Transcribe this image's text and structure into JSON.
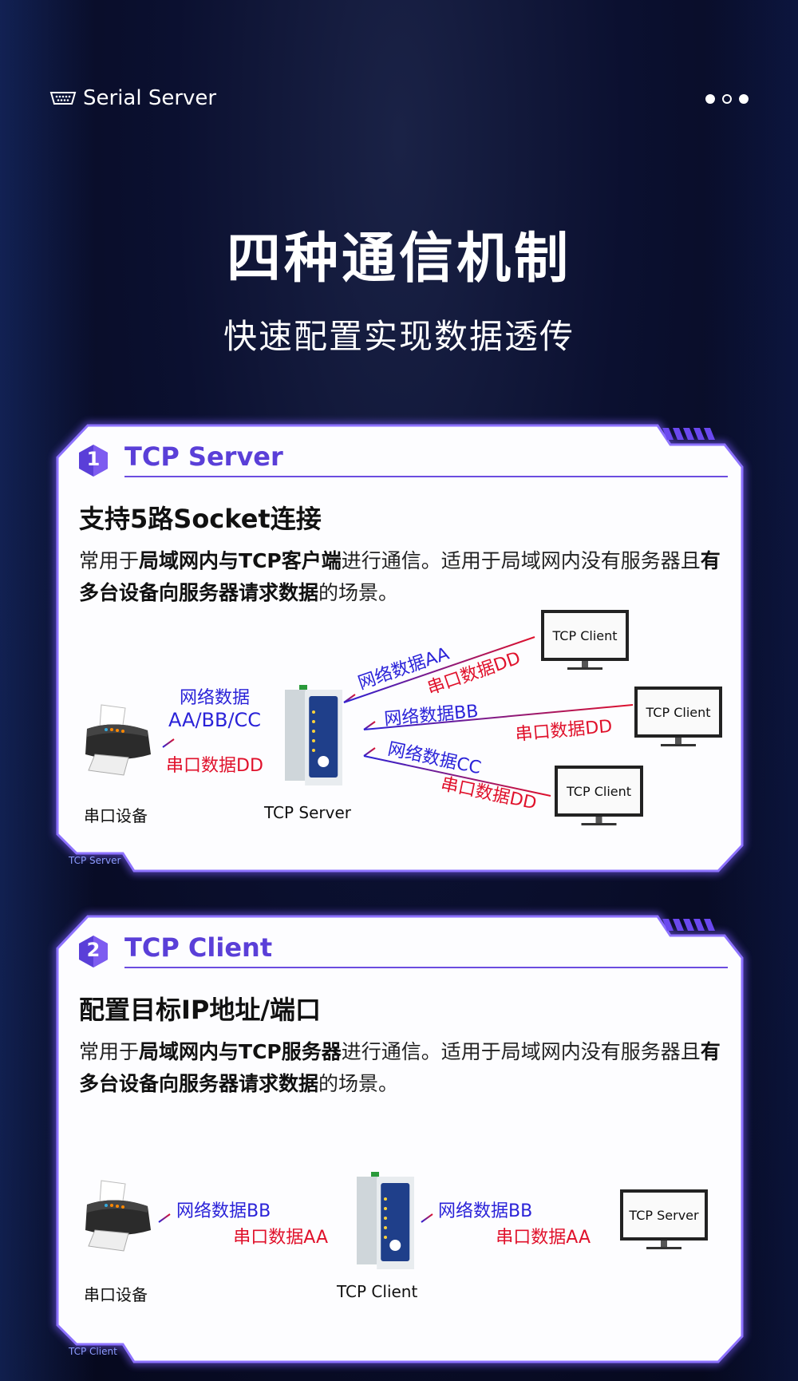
{
  "header": {
    "brand": "Serial Server",
    "brand_icon": "serial-port-icon",
    "pager_dots": 3,
    "active_dot": 2
  },
  "title": "四种通信机制",
  "subtitle": "快速配置实现数据透传",
  "colors": {
    "accent": "#5a3fd8",
    "net_data": "#2a22d8",
    "serial_data": "#e0112b"
  },
  "cards": [
    {
      "number": "1",
      "title": "TCP Server",
      "heading": "支持5路Socket连接",
      "paragraph": [
        {
          "text": "常用于",
          "bold": false
        },
        {
          "text": "局域网内与TCP客户端",
          "bold": true
        },
        {
          "text": "进行通信。适用于局域网内没有服务器且",
          "bold": false
        },
        {
          "text": "有多台设备向服务器请求数据",
          "bold": true
        },
        {
          "text": "的场景。",
          "bold": false
        }
      ],
      "tag": "TCP Server",
      "diagram": {
        "device_left_label": "串口设备",
        "center_label": "TCP Server",
        "left_net_1": "网络数据",
        "left_net_2": "AA/BB/CC",
        "left_serial": "串口数据DD",
        "clients": [
          {
            "label": "TCP Client",
            "net": "网络数据AA",
            "serial": "串口数据DD"
          },
          {
            "label": "TCP Client",
            "net": "网络数据BB",
            "serial": "串口数据DD"
          },
          {
            "label": "TCP Client",
            "net": "网络数据CC",
            "serial": "串口数据DD"
          }
        ]
      }
    },
    {
      "number": "2",
      "title": "TCP Client",
      "heading": "配置目标IP地址/端口",
      "paragraph": [
        {
          "text": "常用于",
          "bold": false
        },
        {
          "text": "局域网内与TCP服务器",
          "bold": true
        },
        {
          "text": "进行通信。适用于局域网内没有服务器且",
          "bold": false
        },
        {
          "text": "有多台设备向服务器请求数据",
          "bold": true
        },
        {
          "text": "的场景。",
          "bold": false
        }
      ],
      "tag": "TCP Client",
      "diagram": {
        "device_left_label": "串口设备",
        "center_label": "TCP Client",
        "left_net": "网络数据BB",
        "left_serial": "串口数据AA",
        "right_net": "网络数据BB",
        "right_serial": "串口数据AA",
        "server_label": "TCP Server"
      }
    }
  ]
}
